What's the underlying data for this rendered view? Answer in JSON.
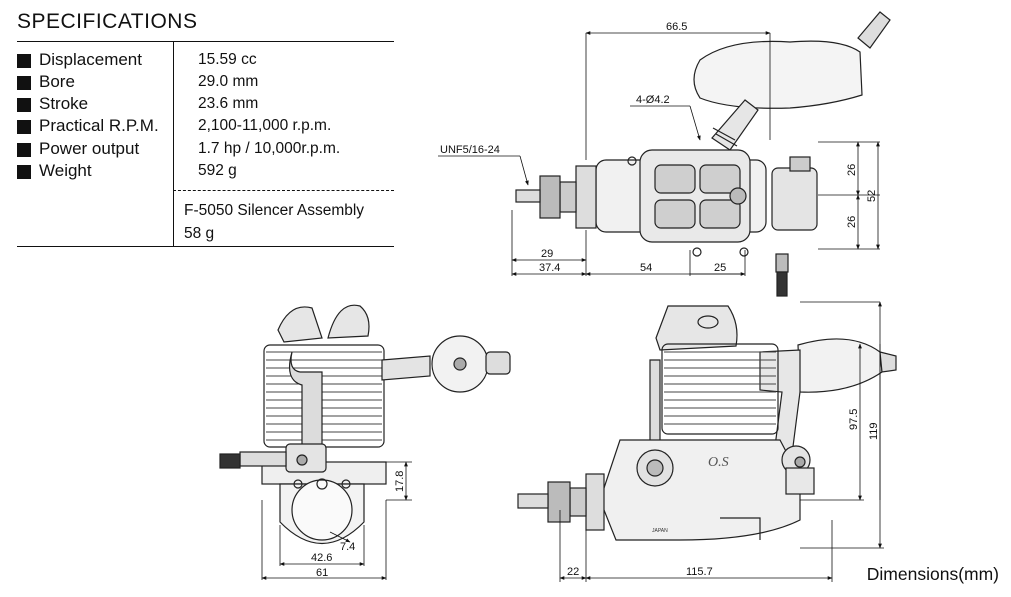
{
  "specs": {
    "title": "SPECIFICATIONS",
    "rows": [
      {
        "label": "Displacement",
        "value": "15.59 cc"
      },
      {
        "label": "Bore",
        "value": "29.0 mm"
      },
      {
        "label": "Stroke",
        "value": "23.6 mm"
      },
      {
        "label": "Practical R.P.M.",
        "value": "2,100-11,000 r.p.m."
      },
      {
        "label": "Power output",
        "value": "1.7 hp / 10,000r.p.m."
      },
      {
        "label": "Weight",
        "value": "592 g"
      }
    ],
    "silencer_name": "F-5050 Silencer Assembly",
    "silencer_weight": "58 g"
  },
  "top_view": {
    "dim_width": "66.5",
    "dim_holes": "4-Ø4.2",
    "dim_thread": "UNF5/16-24",
    "dim_26a": "26",
    "dim_26b": "26",
    "dim_52": "52",
    "dim_29": "29",
    "dim_37_4": "37.4",
    "dim_54": "54",
    "dim_25": "25"
  },
  "front_view": {
    "dim_17_8": "17.8",
    "dim_7_4": "7.4",
    "dim_42_6": "42.6",
    "dim_61": "61"
  },
  "side_view": {
    "dim_97_5": "97.5",
    "dim_119": "119",
    "dim_22": "22",
    "dim_115_7": "115.7",
    "engraving": "O.S",
    "stamp": "JAPAN"
  },
  "caption": "Dimensions(mm)"
}
